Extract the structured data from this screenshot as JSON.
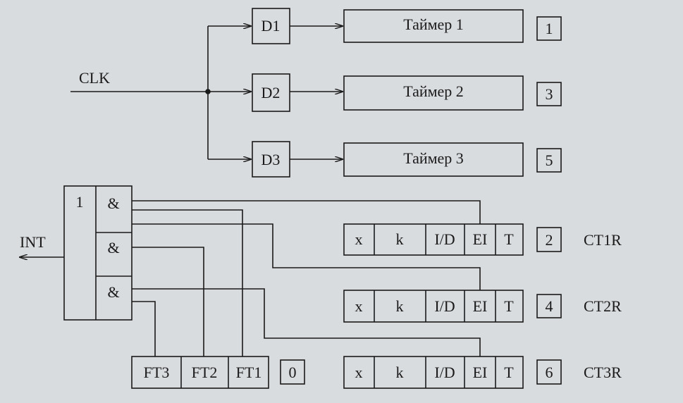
{
  "inputs": {
    "clk": "CLK",
    "int": "INT"
  },
  "dividers": [
    "D1",
    "D2",
    "D3"
  ],
  "timers": [
    {
      "label": "Таймер 1",
      "address": "1"
    },
    {
      "label": "Таймер 2",
      "address": "3"
    },
    {
      "label": "Таймер 3",
      "address": "5"
    }
  ],
  "or_gate": "1",
  "and_gates": [
    "&",
    "&",
    "&"
  ],
  "control_registers": [
    {
      "fields": [
        "x",
        "k",
        "I/D",
        "EI",
        "T"
      ],
      "address": "2",
      "name": "CT1R"
    },
    {
      "fields": [
        "x",
        "k",
        "I/D",
        "EI",
        "T"
      ],
      "address": "4",
      "name": "CT2R"
    },
    {
      "fields": [
        "x",
        "k",
        "I/D",
        "EI",
        "T"
      ],
      "address": "6",
      "name": "CT3R"
    }
  ],
  "flag_register": {
    "fields": [
      "FT3",
      "FT2",
      "FT1"
    ],
    "address": "0"
  },
  "colors": {
    "ink": "#1a1a1a",
    "paper": "#d9dcdf"
  }
}
